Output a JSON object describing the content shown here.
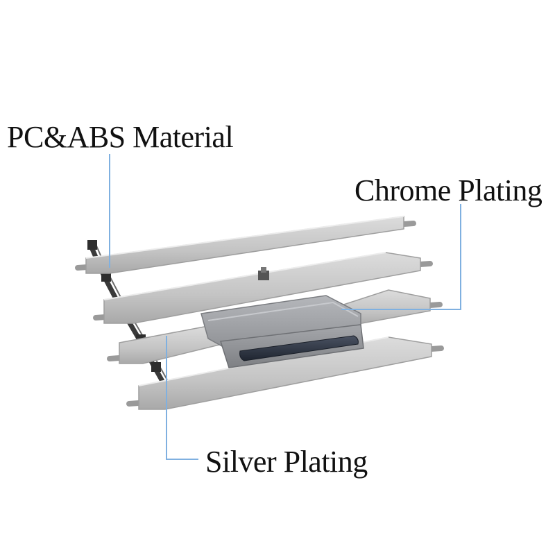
{
  "labels": {
    "pc_abs": "PC&ABS Material",
    "chrome": "Chrome Plating",
    "silver": "Silver Plating"
  },
  "colors": {
    "leader_line": "#7fb0e0",
    "slat_top": "#c9c9c9",
    "slat_edge": "#a2a2a2",
    "knob": "#9d9fa3",
    "knob_inset": "#2c3340",
    "linkage": "#3a3a3a"
  }
}
